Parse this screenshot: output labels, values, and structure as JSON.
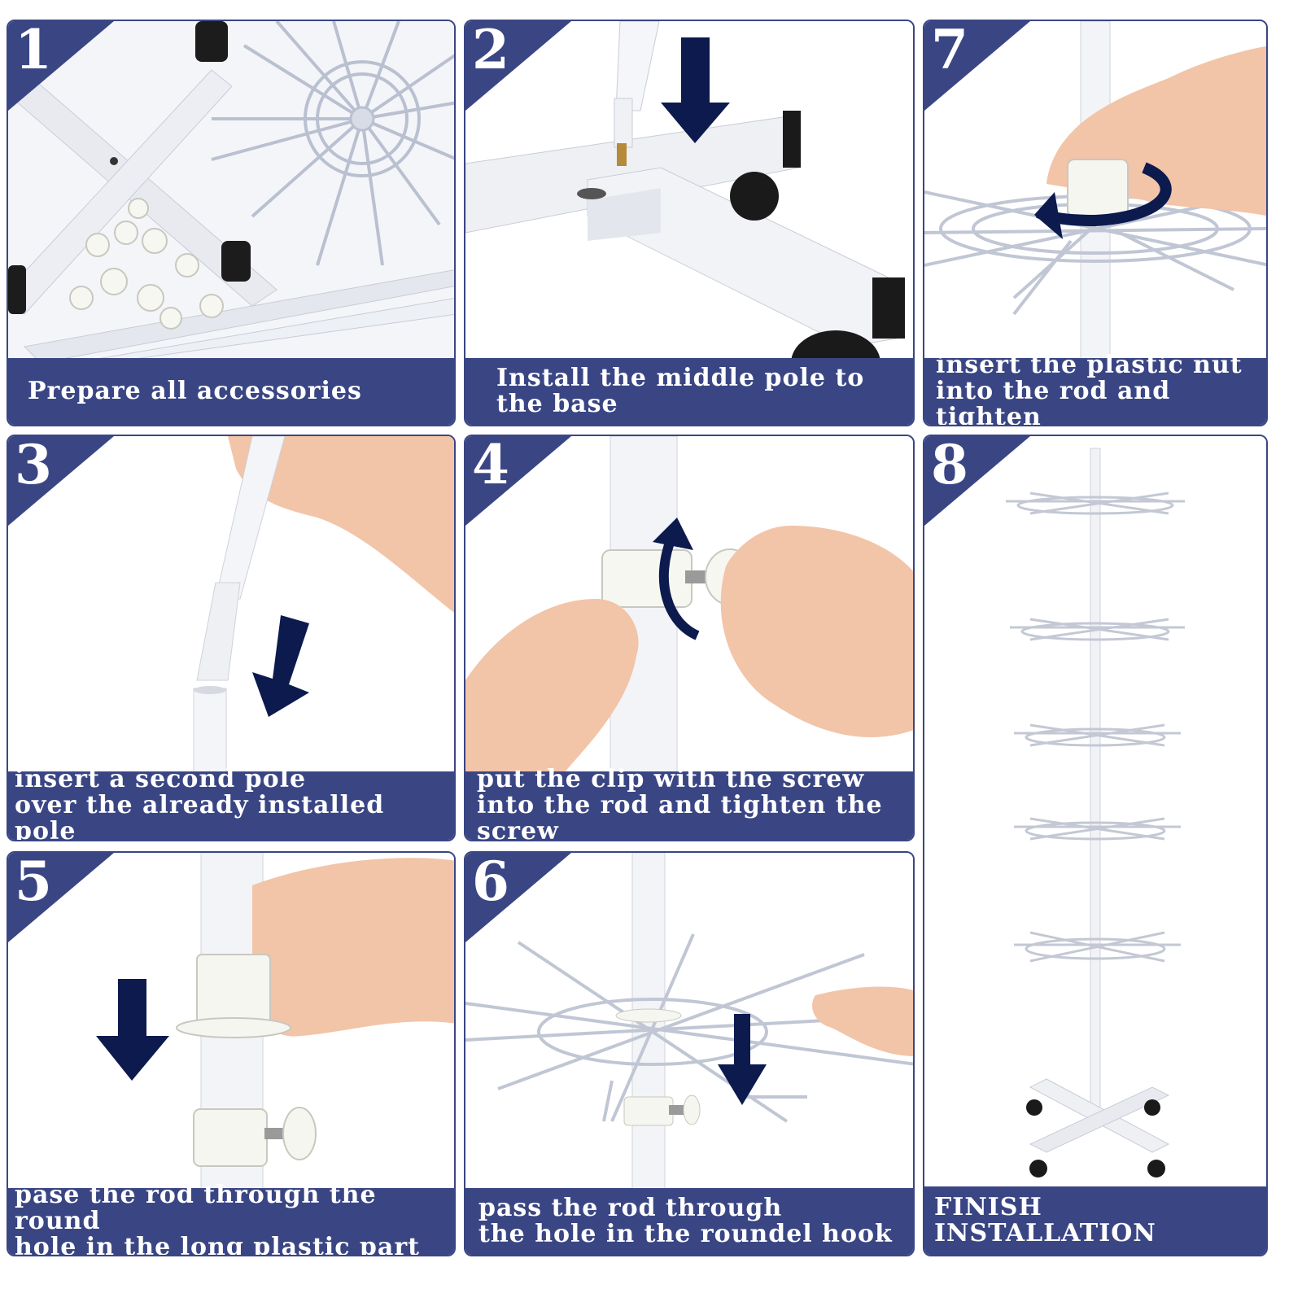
{
  "accent_color": "#3a4684",
  "arrow_color": "#0c1a4e",
  "steps": {
    "s1": {
      "number": "1",
      "caption": "Prepare all accessories"
    },
    "s2": {
      "number": "2",
      "caption": "Install the middle pole to\nthe base"
    },
    "s7": {
      "number": "7",
      "caption": "insert the plastic nut\ninto the rod and tighten"
    },
    "s3": {
      "number": "3",
      "caption": "insert a second pole\nover the already installed pole"
    },
    "s4": {
      "number": "4",
      "caption": "put the clip with the screw\ninto the rod and tighten the screw"
    },
    "s8": {
      "number": "8",
      "caption": "FINISH INSTALLATION"
    },
    "s5": {
      "number": "5",
      "caption": "pase the rod through the round\nhole in the long plastic part"
    },
    "s6": {
      "number": "6",
      "caption": "pass the rod through\nthe hole in the roundel hook"
    }
  },
  "icons": {
    "down_arrow": "down-arrow-icon",
    "rotate_arrow": "rotate-arrow-icon",
    "curved_arrow": "curved-arrow-icon"
  }
}
